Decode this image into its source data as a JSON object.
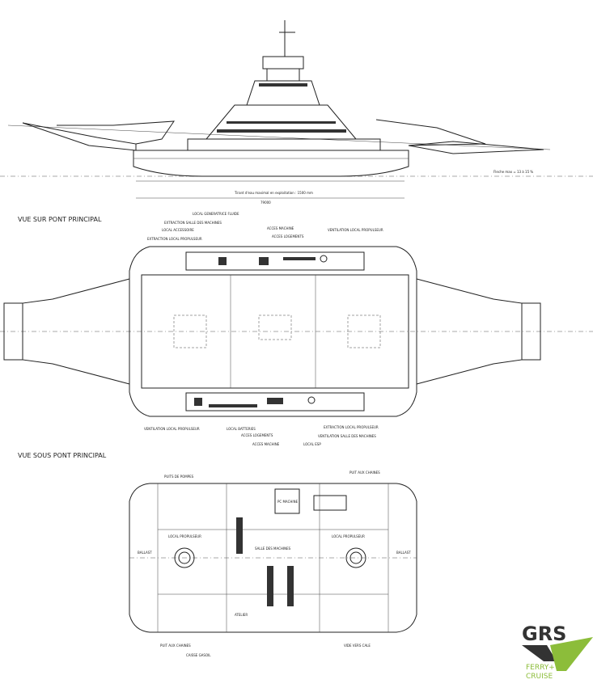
{
  "views": {
    "side_view": {
      "caption": "Tirant d'eau maximal en exploitation : 1500 mm",
      "scale_note": "Fleche max = 13 à 15 %",
      "length": "79000"
    },
    "main_deck": {
      "title": "VUE SUR PONT PRINCIPAL",
      "labels_top": [
        "EXTRACTION LOCAL PROPULSEUR",
        "LOCAL ACCESSOIRE",
        "EXTRACTION SALLE DES MACHINES",
        "LOCAL GENERATRICE FLUIDE",
        "ACCES MACHINE",
        "ACCES LOGEMENTS",
        "VENTILATION LOCAL PROPULSEUR"
      ],
      "labels_bottom": [
        "VENTILATION LOCAL PROPULSEUR",
        "LOCAL BATTERIES",
        "ACCES LOGEMENTS",
        "ACCES MACHINE",
        "LOCAL ESP",
        "EXTRACTION LOCAL PROPULSEUR",
        "VENTILATION SALLE DES MACHINES"
      ]
    },
    "below_deck": {
      "title": "VUE SOUS PONT PRINCIPAL",
      "labels": [
        "LOCAL PROPULSEUR",
        "LOCAL PROPULSEUR",
        "SALLE DES MACHINES",
        "BALLAST",
        "BALLAST",
        "PC MACHINE",
        "ATELIER",
        "PUIT AUX CHAINES",
        "PUIT AUX CHAINES",
        "PUITS DE POMPES",
        "VIDE VERS CALE",
        "CAISSE GASOIL"
      ]
    }
  },
  "logo": {
    "brand": "GRS",
    "sub1": "FERRY+",
    "sub2": "CRUISE",
    "accent": "#8cbd3a"
  }
}
